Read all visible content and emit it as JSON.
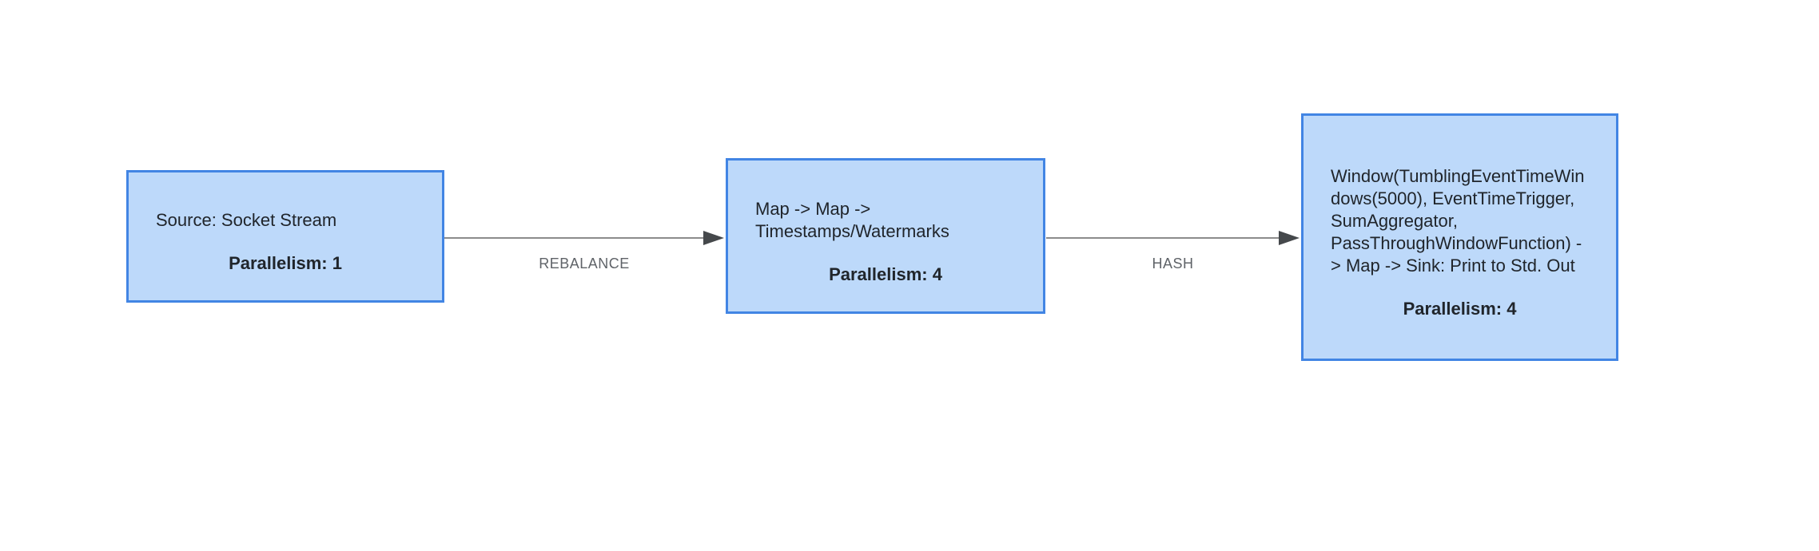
{
  "diagram": {
    "type": "dataflow-job-graph",
    "background_color": "#ffffff"
  },
  "colors": {
    "node_fill": "#bdd9fa",
    "node_border": "#4285e4",
    "node_text": "#20252b",
    "edge_line": "#8c8c8c",
    "edge_arrow": "#45484b",
    "edge_label": "#5f6368"
  },
  "nodes": [
    {
      "id": "source",
      "name": "Source: Socket Stream",
      "parallelism_label": "Parallelism: 1"
    },
    {
      "id": "map-chain",
      "name": "Map -> Map -> Timestamps/Watermarks",
      "parallelism_label": "Parallelism: 4"
    },
    {
      "id": "window-sink",
      "name": "Window(TumblingEventTimeWindows(5000), EventTimeTrigger, SumAggregator, PassThroughWindowFunction) -> Map -> Sink: Print to Std. Out",
      "parallelism_label": "Parallelism: 4"
    }
  ],
  "edges": [
    {
      "from": "source",
      "to": "map-chain",
      "label": "REBALANCE"
    },
    {
      "from": "map-chain",
      "to": "window-sink",
      "label": "HASH"
    }
  ]
}
